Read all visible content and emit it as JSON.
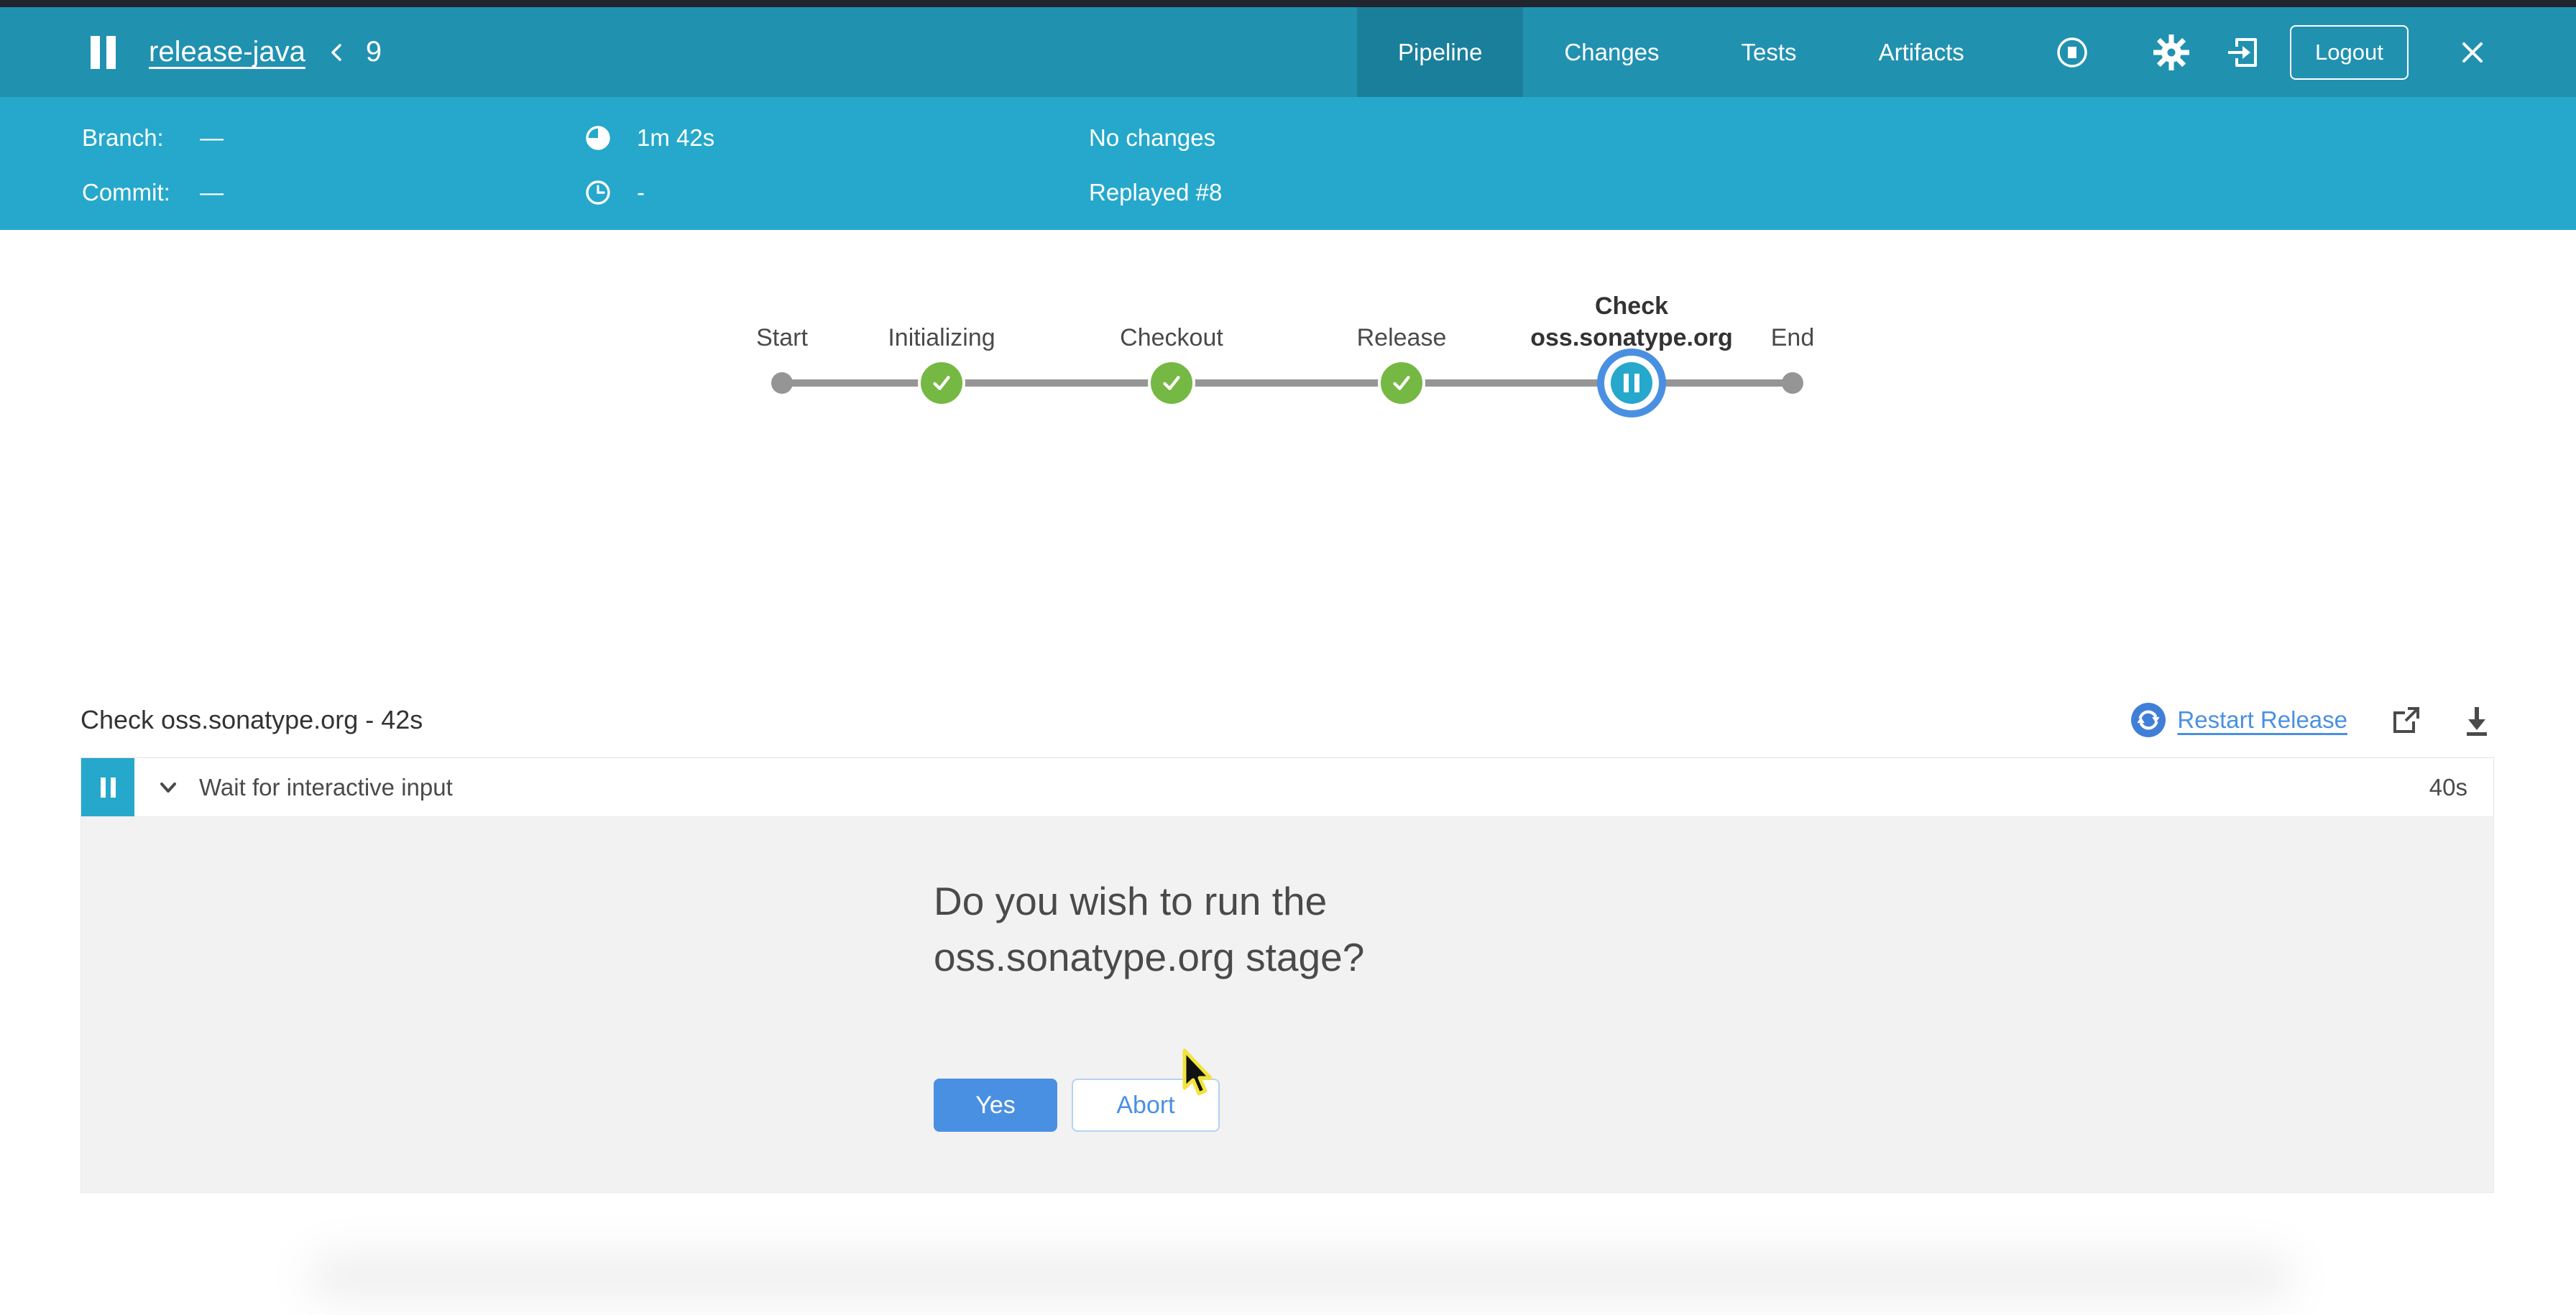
{
  "header": {
    "status": "paused",
    "title": "release-java",
    "run_number": "9",
    "tabs": [
      {
        "label": "Pipeline",
        "active": true
      },
      {
        "label": "Changes",
        "active": false
      },
      {
        "label": "Tests",
        "active": false
      },
      {
        "label": "Artifacts",
        "active": false
      }
    ],
    "logout_label": "Logout"
  },
  "info_bar": {
    "branch_label": "Branch:",
    "branch_value": "—",
    "commit_label": "Commit:",
    "commit_value": "—",
    "duration": "1m 42s",
    "estimated": "-",
    "changes_text": "No changes",
    "replay_text": "Replayed #8"
  },
  "pipeline": {
    "stages": [
      {
        "label": "Start",
        "status": "start",
        "selected": false
      },
      {
        "label": "Initializing",
        "status": "success",
        "selected": false
      },
      {
        "label": "Checkout",
        "status": "success",
        "selected": false
      },
      {
        "label": "Release",
        "status": "success",
        "selected": false
      },
      {
        "label": "Check oss.sonatype.org",
        "status": "paused",
        "selected": true
      },
      {
        "label": "End",
        "status": "end",
        "selected": false
      }
    ]
  },
  "stage_detail": {
    "heading": "Check oss.sonatype.org - 42s",
    "restart_label": "Restart Release",
    "step": {
      "label": "Wait for interactive input",
      "duration": "40s"
    },
    "prompt": {
      "question": "Do you wish to run the oss.sonatype.org stage?",
      "yes_label": "Yes",
      "abort_label": "Abort"
    }
  },
  "icons": {
    "header_status": "pause-bars",
    "breadcrumb_separator": "chevron-left",
    "run_stop": "stop-circle",
    "settings": "gear",
    "exit_to_classic": "exit-door-arrow",
    "close": "x",
    "duration": "timer-pie",
    "estimated": "clock",
    "restart": "refresh-circle",
    "open_log": "external-link",
    "download_log": "download-arrow",
    "step_collapse": "chevron-down",
    "step_status": "pause-bars"
  },
  "colors": {
    "top_strip": "#20252e",
    "header": "#2191b0",
    "header_active_tab": "#1a7f9b",
    "info_bar": "#25a8cb",
    "accent_blue": "#4a90e2",
    "success_green": "#75b843",
    "node_gray": "#959595",
    "paused_cyan": "#25a8cb",
    "panel_gray": "#f2f2f2",
    "text_dark": "#4a4a4a"
  }
}
